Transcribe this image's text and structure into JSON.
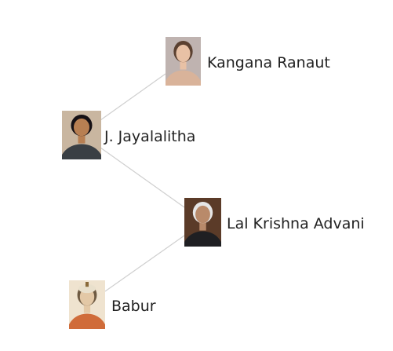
{
  "graph": {
    "nodes": [
      {
        "id": "kangana",
        "label": "Kangana Ranaut",
        "photo": "portrait-woman-fair",
        "skin": "#e8c1a5",
        "hair": "#5a4030",
        "clothing": "#d9b39a",
        "background": "#bfb3b0"
      },
      {
        "id": "jayalalitha",
        "label": "J. Jayalalitha",
        "photo": "portrait-woman-saree",
        "skin": "#b87f52",
        "hair": "#151015",
        "clothing": "#3a3f44",
        "background": "#c9b6a0"
      },
      {
        "id": "advani",
        "label": "Lal Krishna Advani",
        "photo": "portrait-man-elderly",
        "skin": "#b98a6a",
        "hair": "#e6e6e6",
        "clothing": "#1f1f22",
        "background": "#5b3b28"
      },
      {
        "id": "babur",
        "label": "Babur",
        "photo": "miniature-painting-emperor",
        "skin": "#e3c8a6",
        "hair": "#6e5a42",
        "clothing": "#d06c3a",
        "background": "#efe3cf"
      }
    ],
    "edges": [
      {
        "from": "jayalalitha",
        "to": "kangana"
      },
      {
        "from": "jayalalitha",
        "to": "advani"
      },
      {
        "from": "advani",
        "to": "babur"
      }
    ]
  }
}
